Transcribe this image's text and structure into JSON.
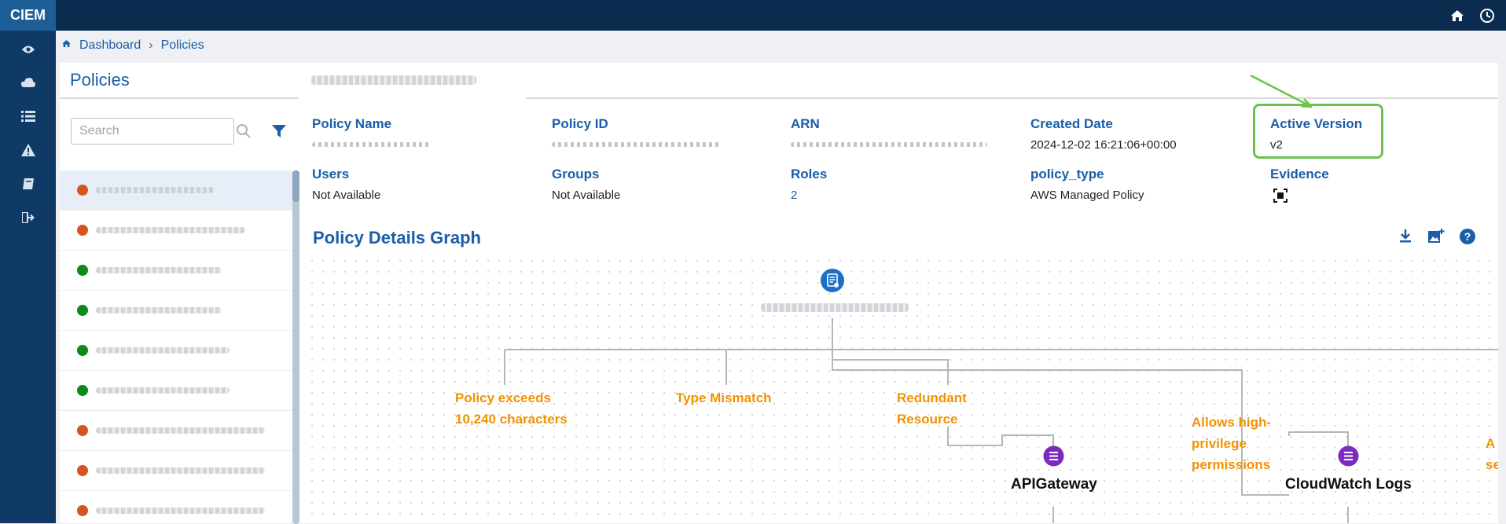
{
  "app": {
    "logo": "CIEM"
  },
  "breadcrumb": {
    "home": "Dashboard",
    "current": "Policies"
  },
  "policies_panel": {
    "title": "Policies",
    "search_placeholder": "Search",
    "items": [
      {
        "status_color": "#d9531e"
      },
      {
        "status_color": "#d9531e"
      },
      {
        "status_color": "#0c8a1a"
      },
      {
        "status_color": "#0c8a1a"
      },
      {
        "status_color": "#0c8a1a"
      },
      {
        "status_color": "#0c8a1a"
      },
      {
        "status_color": "#d9531e"
      },
      {
        "status_color": "#d9531e"
      },
      {
        "status_color": "#d9531e"
      }
    ]
  },
  "details": {
    "fields": {
      "policy_name": {
        "label": "Policy Name"
      },
      "policy_id": {
        "label": "Policy ID"
      },
      "arn": {
        "label": "ARN"
      },
      "created_date": {
        "label": "Created Date",
        "value": "2024-12-02 16:21:06+00:00"
      },
      "active_version": {
        "label": "Active Version",
        "value": "v2"
      },
      "users": {
        "label": "Users",
        "value": "Not Available"
      },
      "groups": {
        "label": "Groups",
        "value": "Not Available"
      },
      "roles": {
        "label": "Roles",
        "value": "2"
      },
      "policy_type": {
        "label": "policy_type",
        "value": "AWS Managed Policy"
      },
      "evidence": {
        "label": "Evidence"
      }
    }
  },
  "graph": {
    "title": "Policy Details Graph",
    "findings": {
      "f1": [
        "Policy exceeds",
        "10,240 characters"
      ],
      "f2": [
        "Type Mismatch"
      ],
      "f3": [
        "Redundant",
        "Resource"
      ],
      "f4": [
        "Allows high-",
        "privilege",
        "permissions"
      ],
      "f5": [
        "A",
        "se"
      ]
    },
    "services": {
      "s1": "APIGateway",
      "s2": "CloudWatch Logs"
    },
    "colors": {
      "finding": "#f29200",
      "service_node": "#7b2cbf",
      "root_node": "#1d6fc4"
    }
  }
}
